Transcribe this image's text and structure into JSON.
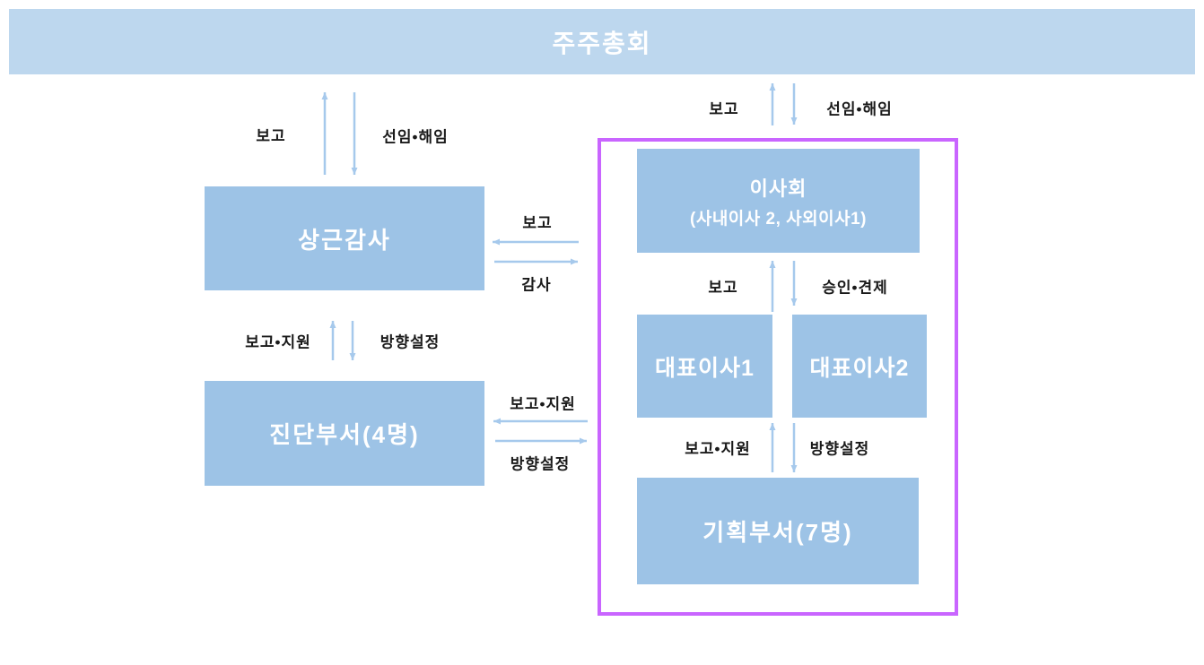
{
  "colors": {
    "page_bg": "#FFFFFF",
    "banner_bg": "#BDD7EE",
    "box_bg": "#9DC3E6",
    "box_text": "#FFFFFF",
    "arrow": "#A6C9EC",
    "label_text": "#1A1A1A",
    "container_border": "#C965FF"
  },
  "nodes": {
    "shareholders": {
      "label": "주주총회"
    },
    "auditor": {
      "label": "상근감사"
    },
    "diagnosis_dept": {
      "label": "진단부서(4명)"
    },
    "board": {
      "title": "이사회",
      "subtitle": "(사내이사 2, 사외이사1)"
    },
    "ceo1": {
      "label": "대표이사1"
    },
    "ceo2": {
      "label": "대표이사2"
    },
    "planning_dept": {
      "label": "기획부서(7명)"
    }
  },
  "edges": {
    "shareholders_auditor": {
      "up": "보고",
      "down": "선임•해임"
    },
    "shareholders_board": {
      "up": "보고",
      "down": "선임•해임"
    },
    "auditor_board": {
      "to_left": "보고",
      "to_right": "감사"
    },
    "auditor_diagnosis": {
      "up": "보고•지원",
      "down": "방향설정"
    },
    "diagnosis_planning": {
      "to_left": "보고•지원",
      "to_right": "방향설정"
    },
    "board_ceo": {
      "up": "보고",
      "down": "승인•견제"
    },
    "ceo_planning": {
      "up": "보고•지원",
      "down": "방향설정"
    }
  }
}
